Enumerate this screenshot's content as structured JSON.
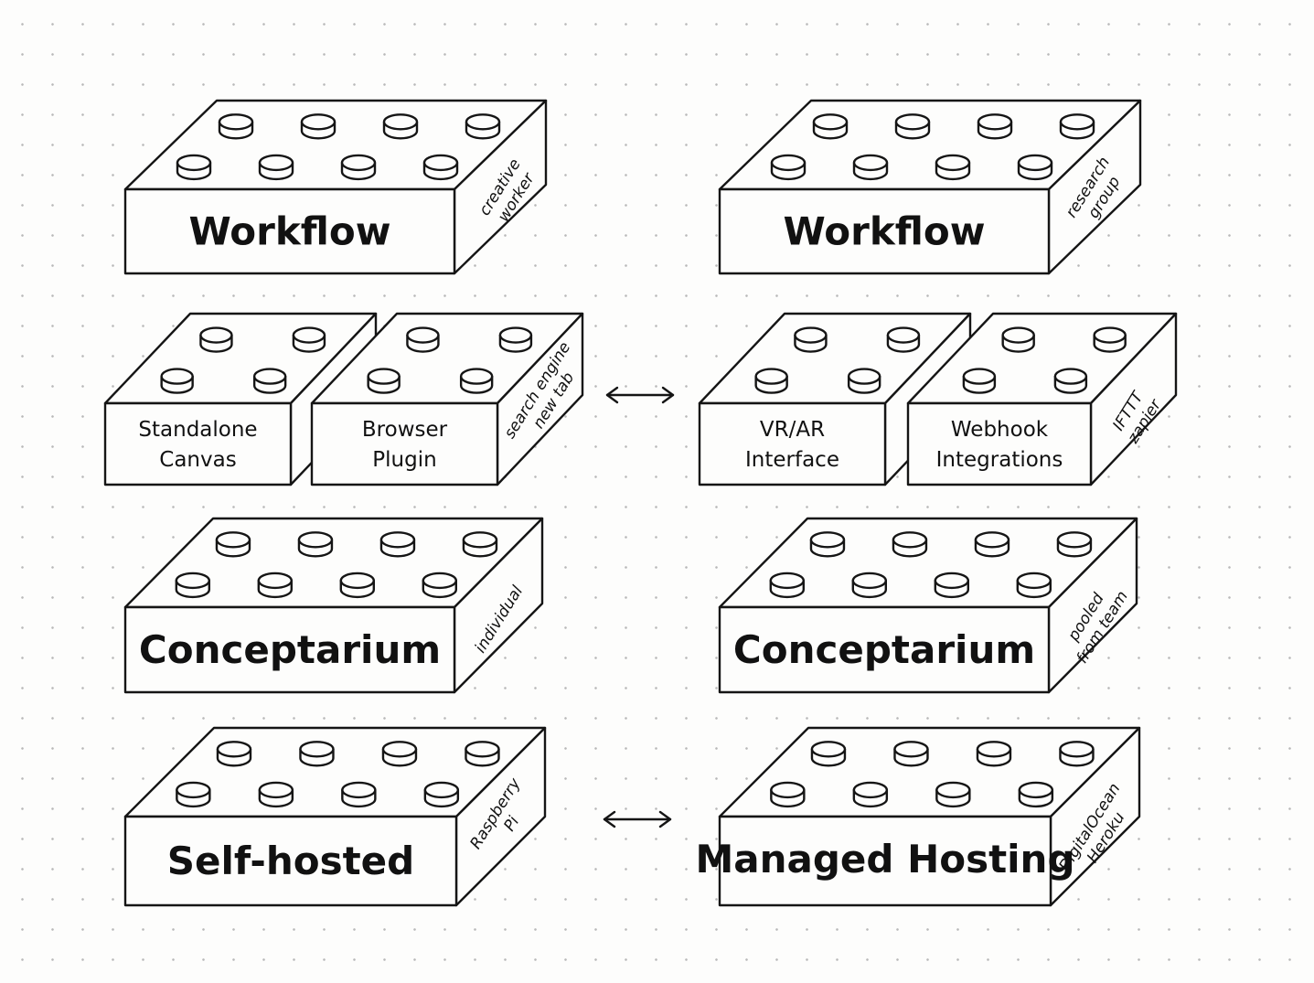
{
  "bricks": [
    {
      "id": "workflow-creative",
      "label": [
        "Workflow"
      ],
      "side_note": [
        "creative",
        "worker"
      ]
    },
    {
      "id": "workflow-research",
      "label": [
        "Workflow"
      ],
      "side_note": [
        "research",
        "group"
      ]
    },
    {
      "id": "standalone-canvas",
      "label": [
        "Standalone",
        "Canvas"
      ],
      "side_note": []
    },
    {
      "id": "browser-plugin",
      "label": [
        "Browser",
        "Plugin"
      ],
      "side_note": [
        "search engine",
        "new tab"
      ]
    },
    {
      "id": "vr-ar-interface",
      "label": [
        "VR/AR",
        "Interface"
      ],
      "side_note": []
    },
    {
      "id": "webhook-integrations",
      "label": [
        "Webhook",
        "Integrations"
      ],
      "side_note": [
        "IFTTT",
        "zapier"
      ]
    },
    {
      "id": "conceptarium-individual",
      "label": [
        "Conceptarium"
      ],
      "side_note": [
        "individual"
      ]
    },
    {
      "id": "conceptarium-team",
      "label": [
        "Conceptarium"
      ],
      "side_note": [
        "pooled",
        "from team"
      ]
    },
    {
      "id": "self-hosted",
      "label": [
        "Self-hosted"
      ],
      "side_note": [
        "Raspberry",
        "Pi"
      ]
    },
    {
      "id": "managed-hosting",
      "label": [
        "Managed Hosting"
      ],
      "side_note": [
        "DigitalOcean",
        "Heroku"
      ]
    }
  ],
  "arrows": [
    {
      "id": "interface-arrow",
      "between": [
        "browser-plugin",
        "vr-ar-interface"
      ]
    },
    {
      "id": "hosting-arrow",
      "between": [
        "self-hosted",
        "managed-hosting"
      ]
    }
  ]
}
